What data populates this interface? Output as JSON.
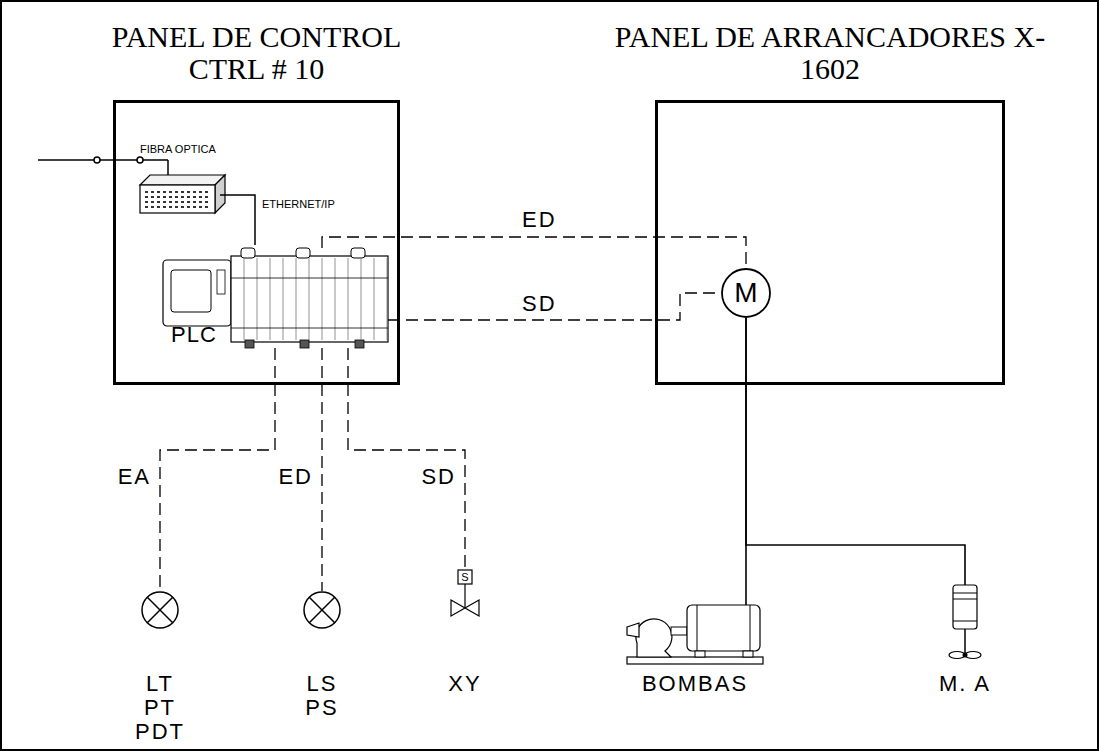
{
  "diagram": {
    "nodes": [
      {
        "text": [
          "PANEL DE CONTROL CTRL # 10"
        ]
      },
      {
        "text": [
          "PANEL DE ARRANCADORES X-1602"
        ]
      },
      {
        "text": [
          "PLC"
        ],
        "in": 0
      },
      {
        "text": [
          "M"
        ],
        "in": 1
      },
      {
        "text": [
          "LT PT PDT"
        ]
      },
      {
        "text": [
          "LS PS"
        ]
      },
      {
        "text": [
          "S",
          "XY"
        ]
      },
      {
        "text": [
          "BOMBAS"
        ]
      },
      {
        "text": [
          "M. A"
        ]
      }
    ],
    "edges": [
      {
        "from": 2,
        "to": 3,
        "label": "ED",
        "arrow": "none"
      },
      {
        "from": 2,
        "to": 3,
        "label": "SD",
        "arrow": "none"
      },
      {
        "from": 2,
        "to": 4,
        "label": "EA",
        "arrow": "none"
      },
      {
        "from": 2,
        "to": 5,
        "label": "ED",
        "arrow": "none"
      },
      {
        "from": 2,
        "to": 6,
        "label": "SD",
        "arrow": "none"
      },
      {
        "from": 3,
        "to": 7,
        "arrow": "none"
      },
      {
        "from": 3,
        "to": 8,
        "arrow": "none"
      }
    ],
    "labels": [
      "FIBRA OPTICA",
      "ETHERNET/IP"
    ]
  }
}
